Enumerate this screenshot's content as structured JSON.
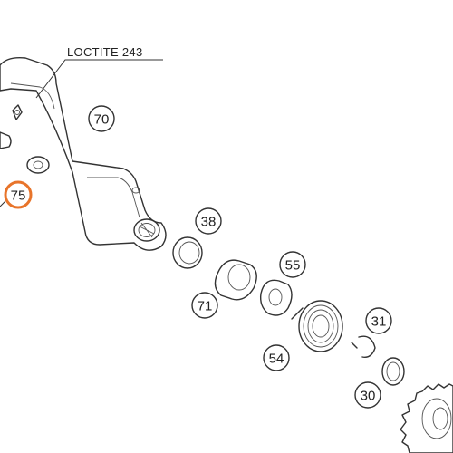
{
  "note": {
    "text": "LOCTITE 243"
  },
  "callouts": [
    {
      "id": "c70",
      "label": "70",
      "highlight": false
    },
    {
      "id": "c75",
      "label": "75",
      "highlight": true
    },
    {
      "id": "c38",
      "label": "38",
      "highlight": false
    },
    {
      "id": "c55",
      "label": "55",
      "highlight": false
    },
    {
      "id": "c71",
      "label": "71",
      "highlight": false
    },
    {
      "id": "c31",
      "label": "31",
      "highlight": false
    },
    {
      "id": "c54",
      "label": "54",
      "highlight": false
    },
    {
      "id": "c30",
      "label": "30",
      "highlight": false
    }
  ],
  "colors": {
    "highlight": "#e8742a",
    "line": "#333333",
    "background": "#ffffff"
  }
}
